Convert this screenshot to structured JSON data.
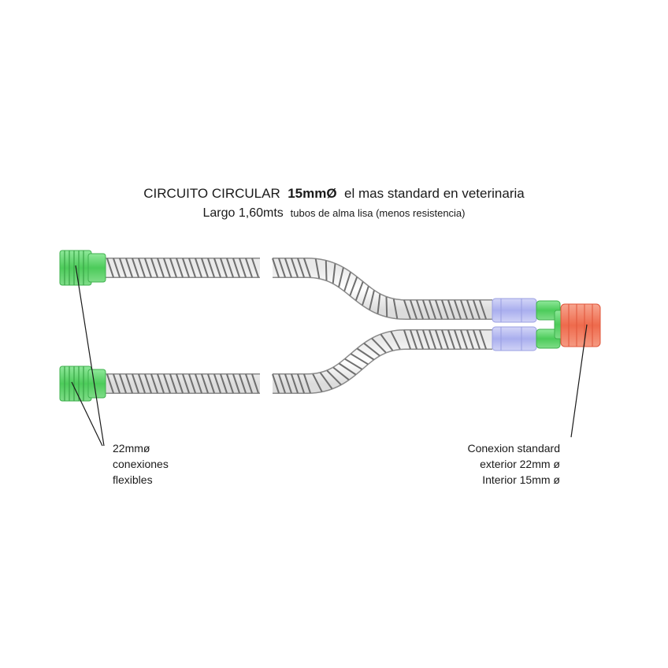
{
  "title": {
    "line1_part1": "CIRCUITO CIRCULAR",
    "line1_bold": "15mmØ",
    "line1_part2": "el mas standard en veterinaria",
    "line2_main": "Largo 1,60mts",
    "line2_small": "tubos de alma lisa (menos resistencia)"
  },
  "callouts": {
    "left": [
      "22mmø",
      "conexiones",
      "flexibles"
    ],
    "right": [
      "Conexion standard",
      "exterior 22mm ø",
      "Interior 15mm ø"
    ]
  },
  "colors": {
    "green_connector": "#5fd36a",
    "red_connector": "#f07a5e",
    "blue_sleeve": "#b9bdf0",
    "tube_line": "#6f6f6f"
  }
}
